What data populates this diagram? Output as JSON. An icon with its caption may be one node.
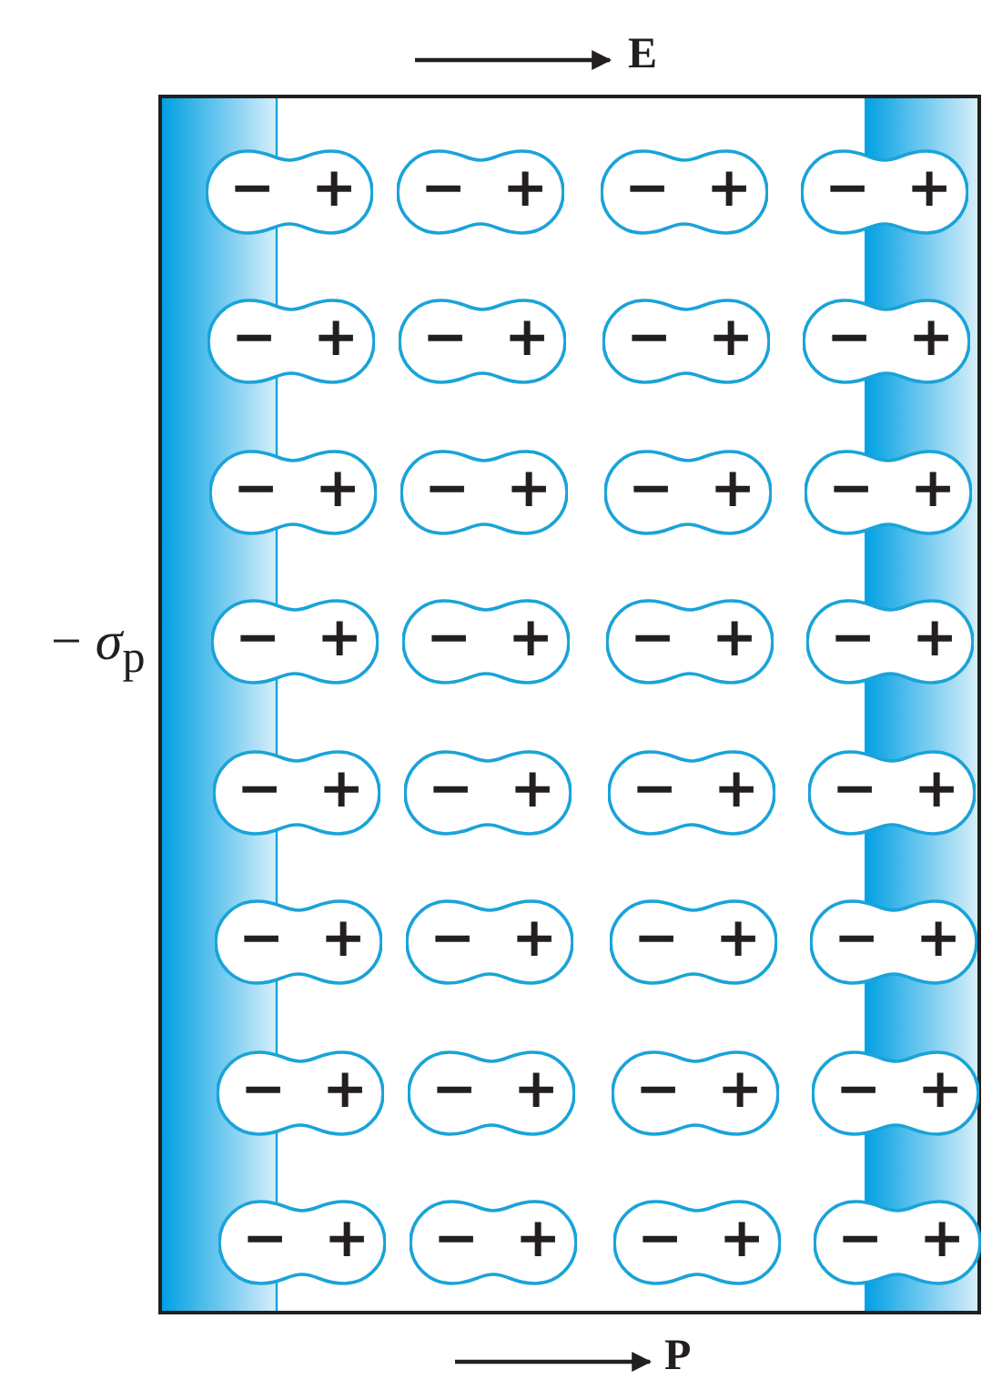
{
  "diagram": {
    "nodes": [
      {
        "text": [
          "−",
          "+"
        ]
      },
      {
        "text": [
          "−",
          "+"
        ]
      },
      {
        "text": [
          "−",
          "+"
        ]
      },
      {
        "text": [
          "−",
          "+"
        ]
      },
      {
        "text": [
          "−",
          "+"
        ]
      },
      {
        "text": [
          "−",
          "+"
        ]
      },
      {
        "text": [
          "−",
          "+"
        ]
      },
      {
        "text": [
          "−",
          "+"
        ]
      },
      {
        "text": [
          "−",
          "+"
        ]
      },
      {
        "text": [
          "−",
          "+"
        ]
      },
      {
        "text": [
          "−",
          "+"
        ]
      },
      {
        "text": [
          "−",
          "+"
        ]
      },
      {
        "text": [
          "−",
          "+"
        ]
      },
      {
        "text": [
          "−",
          "+"
        ]
      },
      {
        "text": [
          "−",
          "+"
        ]
      },
      {
        "text": [
          "−",
          "+"
        ]
      },
      {
        "text": [
          "−",
          "+"
        ]
      },
      {
        "text": [
          "−",
          "+"
        ]
      },
      {
        "text": [
          "−",
          "+"
        ]
      },
      {
        "text": [
          "−",
          "+"
        ]
      },
      {
        "text": [
          "−",
          "+"
        ]
      },
      {
        "text": [
          "−",
          "+"
        ]
      },
      {
        "text": [
          "−",
          "+"
        ]
      },
      {
        "text": [
          "−",
          "+"
        ]
      },
      {
        "text": [
          "−",
          "+"
        ]
      },
      {
        "text": [
          "−",
          "+"
        ]
      },
      {
        "text": [
          "−",
          "+"
        ]
      },
      {
        "text": [
          "−",
          "+"
        ]
      },
      {
        "text": [
          "−",
          "+"
        ]
      },
      {
        "text": [
          "−",
          "+"
        ]
      },
      {
        "text": [
          "−",
          "+"
        ]
      },
      {
        "text": [
          "−",
          "+"
        ]
      }
    ],
    "labels": [
      "E",
      "− *σ*$_{p}$",
      "P"
    ]
  }
}
